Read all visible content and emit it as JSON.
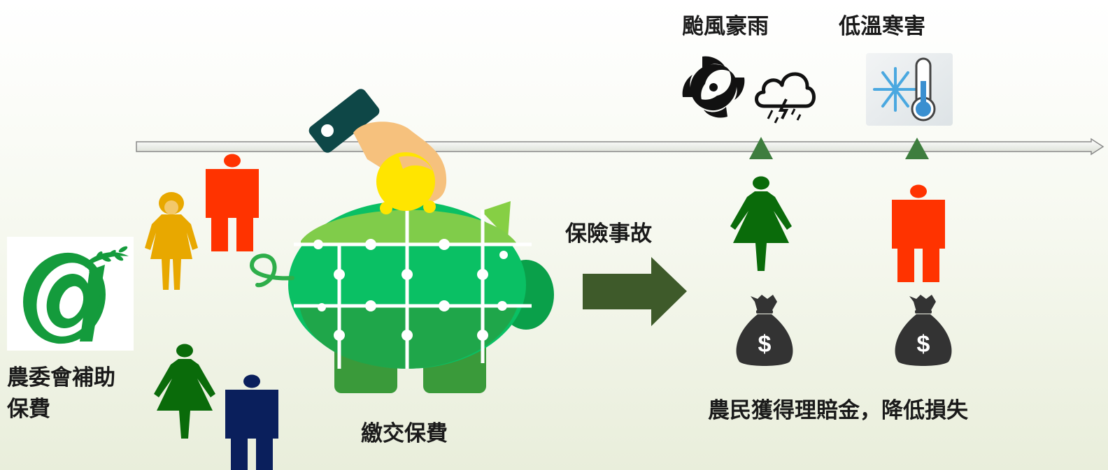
{
  "labels": {
    "typhoon": "颱風豪雨",
    "cold": "低溫寒害",
    "accident": "保險事故",
    "council_line1": "農委會補助",
    "council_line2": "保費",
    "pay": "繳交保費",
    "result": "農民獲得理賠金，降低損失"
  },
  "icons": {
    "logo": "coa-agriculture-logo-icon",
    "typhoon": "typhoon-icon",
    "storm": "storm-cloud-icon",
    "cold": "snowflake-thermometer-icon",
    "piggy": "puzzle-piggy-bank-icon",
    "hand": "hand-with-coin-icon",
    "arrow": "right-arrow-icon",
    "bag": "money-bag-icon"
  },
  "money_symbol": "$",
  "colors": {
    "red": "#ff3300",
    "amber": "#e8a800",
    "green": "#0a7d0a",
    "navy": "#0a1f5c",
    "arrow": "#3e5a2a",
    "marker": "#3e7d3e"
  }
}
